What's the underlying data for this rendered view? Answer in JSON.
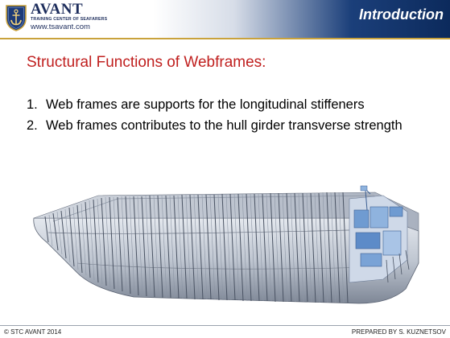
{
  "header": {
    "brand": "AVANT",
    "brand_sub": "TRAINING CENTER OF SEAFARERS",
    "url": "www.tsavant.com",
    "section_title": "Introduction",
    "logo_icon": "anchor-shield-icon"
  },
  "slide": {
    "title": "Structural Functions of Webframes:",
    "points": [
      {
        "num": "1.",
        "text": "Web frames are supports for the longitudinal stiffeners"
      },
      {
        "num": "2.",
        "text": "Web frames contributes to the hull girder transverse strength"
      }
    ],
    "illustration_icon": "ship-hull-webframes-icon"
  },
  "footer": {
    "left": "© STC AVANT 2014",
    "right": "PREPARED BY S. KUZNETSOV"
  },
  "colors": {
    "title_red": "#c0201f",
    "header_navy": "#0c2a5c",
    "brand_navy": "#1d2d5c",
    "accent_gold": "#c9a23c"
  }
}
